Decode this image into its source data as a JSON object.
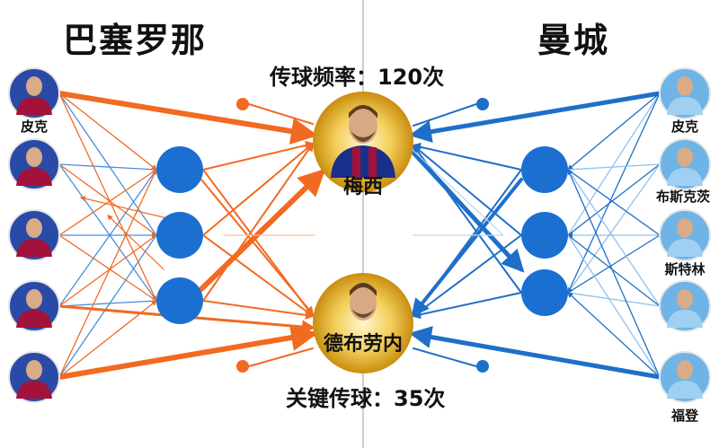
{
  "teams": {
    "left": {
      "name": "巴塞罗那",
      "color": "#f26a21"
    },
    "right": {
      "name": "曼城",
      "color": "#1f6fc9"
    }
  },
  "stats": {
    "top": "传球频率：120次",
    "bottom": "关键传球：35次"
  },
  "players": {
    "left": [
      "皮克",
      "",
      "",
      "",
      ""
    ],
    "right": [
      "皮克",
      "布斯克茨",
      "斯特林",
      "",
      "福登"
    ]
  },
  "stars": {
    "top": "梅西",
    "bottom": "德布劳内"
  },
  "colors": {
    "node_blue": "#1b6fd1",
    "gold": "#e9b526",
    "barca_blue": "#1a2f8a",
    "barca_red": "#a3123a",
    "city_sky": "#8fc6ee",
    "divider": "#bdbdbd"
  }
}
